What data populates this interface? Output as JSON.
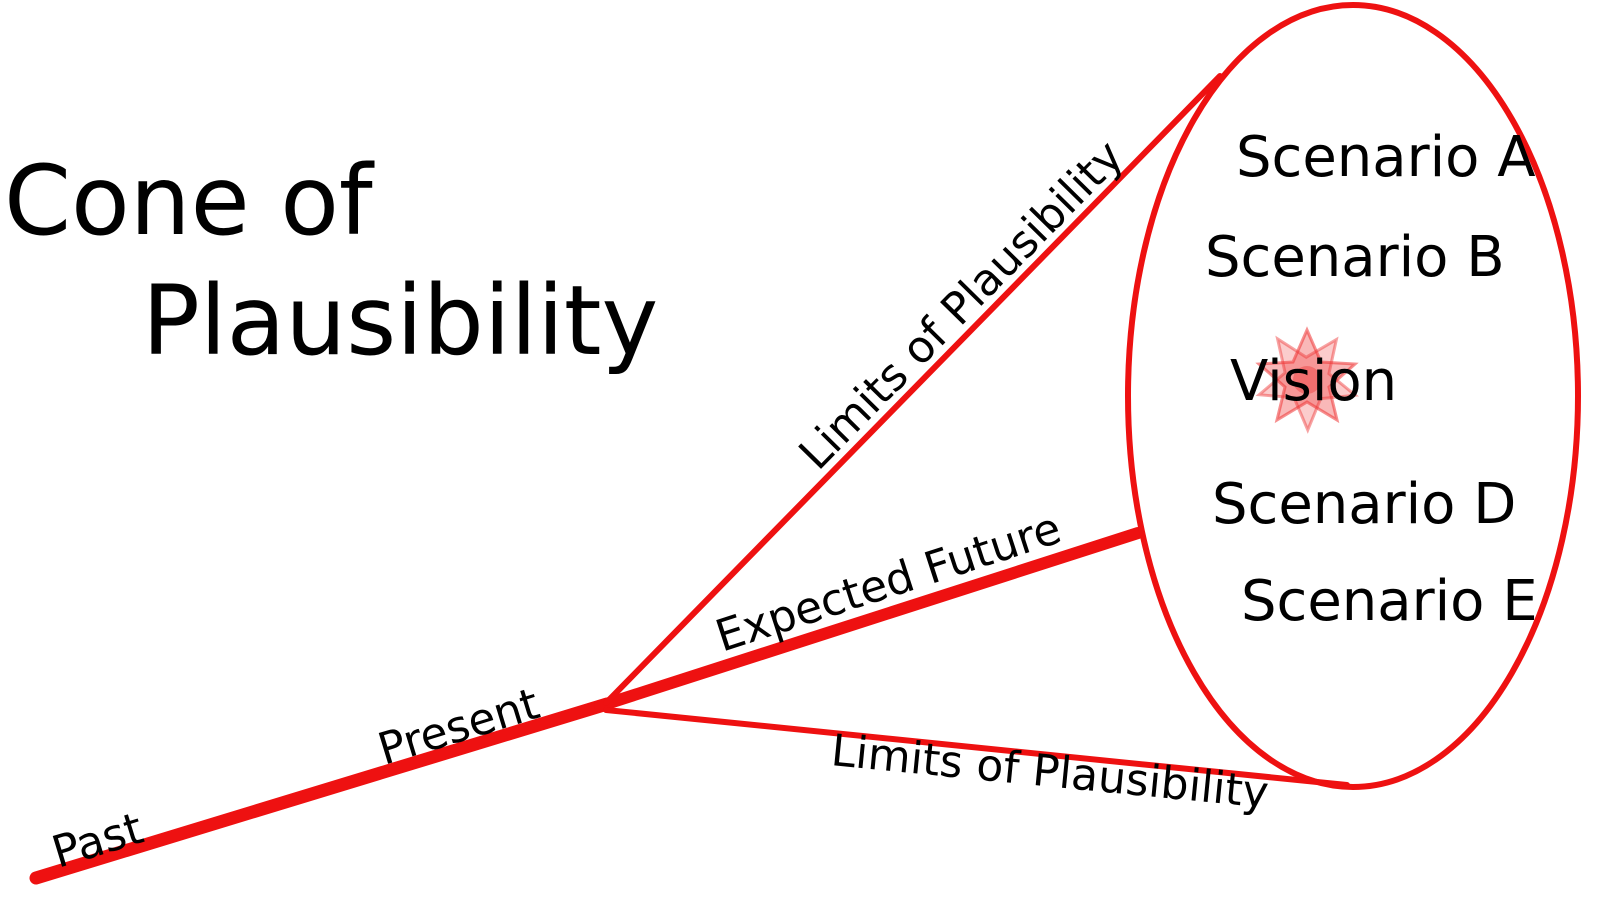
{
  "title": {
    "line1": "Cone of",
    "line2": "Plausibility"
  },
  "timeline": {
    "past": "Past",
    "present": "Present",
    "expected_future": "Expected Future",
    "limits_upper": "Limits of Plausibility",
    "limits_lower": "Limits of Plausibility"
  },
  "scenarios": {
    "a": "Scenario A",
    "b": "Scenario B",
    "vision": "Vision",
    "d": "Scenario D",
    "e": "Scenario E"
  },
  "colors": {
    "line": "#ee1111",
    "text": "#000000",
    "vision_star": "#ee3333"
  },
  "icons": {
    "vision_marker": "star-icon"
  }
}
